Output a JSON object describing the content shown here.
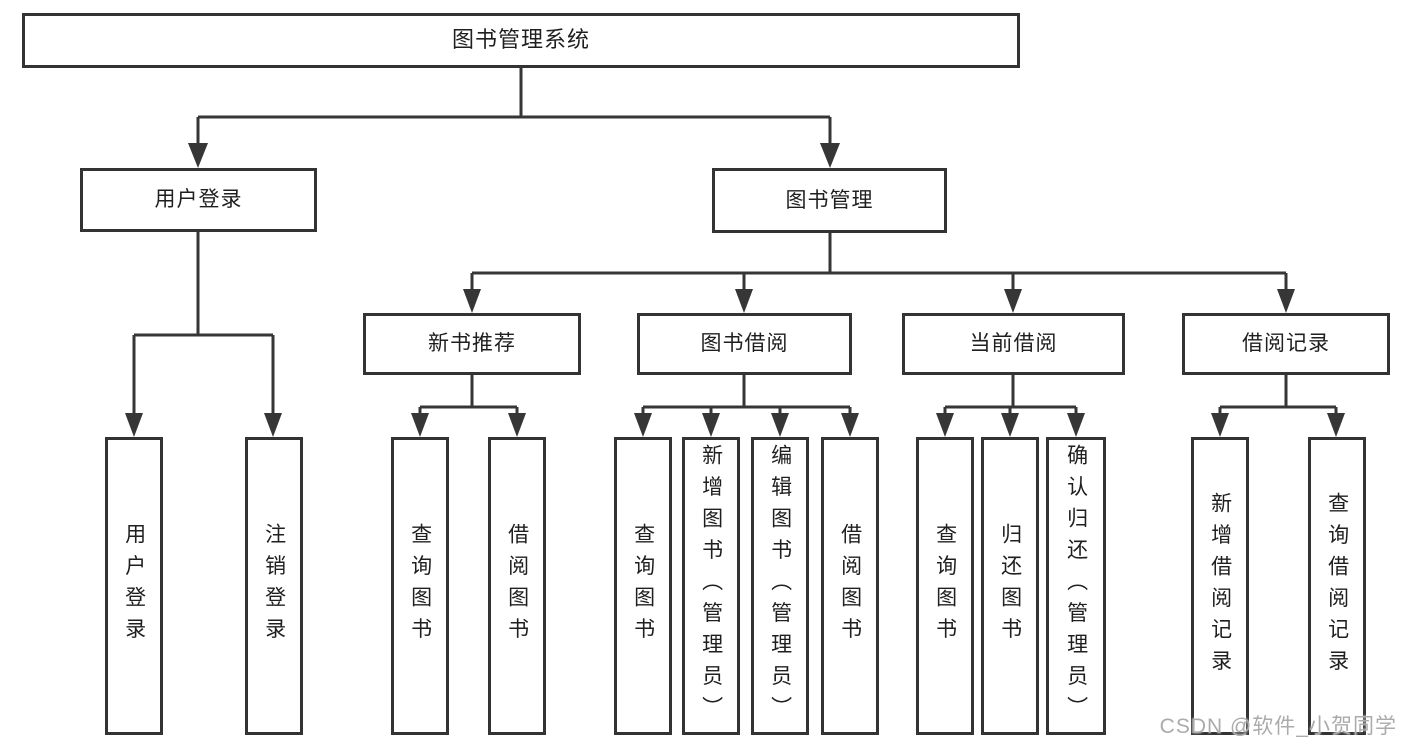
{
  "nodes": {
    "root": "图书管理系统",
    "user_login": "用户登录",
    "book_mgmt": "图书管理",
    "new_book_rec": "新书推荐",
    "book_borrow": "图书借阅",
    "current_borrow": "当前借阅",
    "borrow_records": "借阅记录",
    "leaf_user_login": "用户登录",
    "leaf_logout": "注销登录",
    "leaf_nbr_query_books": "查询图书",
    "leaf_nbr_borrow_books": "借阅图书",
    "leaf_bb_query_books": "查询图书",
    "leaf_bb_add_books_admin": "新增图书（管理员）",
    "leaf_bb_edit_books_admin": "编辑图书（管理员）",
    "leaf_bb_borrow_books": "借阅图书",
    "leaf_cb_query_books": "查询图书",
    "leaf_cb_return_books": "归还图书",
    "leaf_cb_confirm_return_admin": "确认归还（管理员）",
    "leaf_br_add_record": "新增借阅记录",
    "leaf_br_query_record": "查询借阅记录"
  },
  "watermark": "CSDN @软件_小贺同学",
  "colors": {
    "line": "#363636",
    "box_border": "#333333",
    "text": "#1f1f1f",
    "watermark": "#ababab",
    "background": "#ffffff"
  }
}
